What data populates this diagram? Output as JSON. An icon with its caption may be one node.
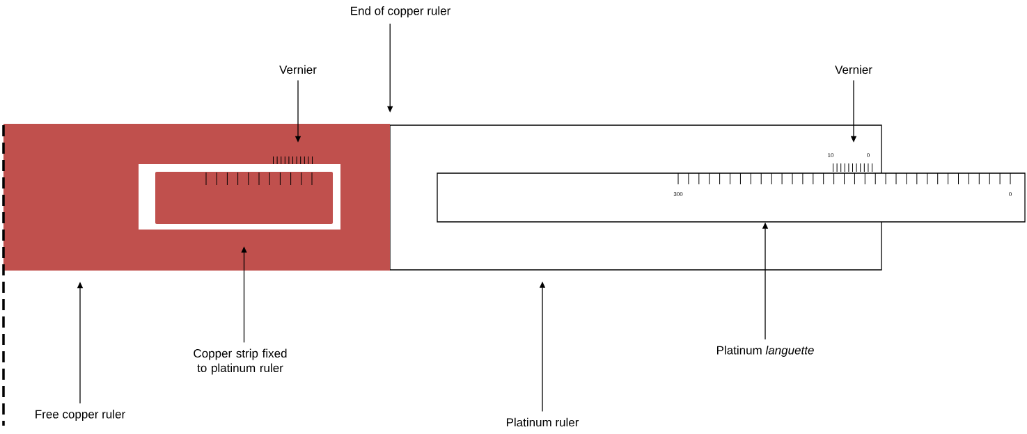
{
  "diagram": {
    "nodes": [
      {
        "text": [
          "End of copper ruler"
        ]
      },
      {
        "text": [
          "Vernier"
        ]
      },
      {
        "text": [
          "Vernier"
        ]
      },
      {
        "text": [],
        "shape": "box"
      },
      {
        "text": [],
        "shape": "box"
      },
      {
        "text": [],
        "shape": "box",
        "in": 3
      },
      {
        "text": [],
        "shape": "scale",
        "in": 3
      },
      {
        "text": [],
        "shape": "box"
      },
      {
        "text": [],
        "shape": "scale",
        "in": 4
      },
      {
        "text": [
          "Copper strip fixed to platinum ruler"
        ]
      },
      {
        "text": [
          "Platinum *languette*"
        ]
      },
      {
        "text": [
          "Free copper ruler"
        ]
      },
      {
        "text": [
          "Platinum ruler"
        ]
      }
    ],
    "edges": [
      {
        "from": 0,
        "to": 3,
        "arrow": "to"
      },
      {
        "from": 1,
        "to": 6,
        "arrow": "to"
      },
      {
        "from": 2,
        "to": 8,
        "arrow": "to"
      },
      {
        "from": 9,
        "to": 5,
        "arrow": "to"
      },
      {
        "from": 10,
        "to": 7,
        "arrow": "to"
      },
      {
        "from": 11,
        "to": 3,
        "arrow": "to"
      },
      {
        "from": 12,
        "to": 4,
        "arrow": "to"
      }
    ],
    "labels": [
      "10",
      "0",
      "300",
      "0"
    ]
  }
}
